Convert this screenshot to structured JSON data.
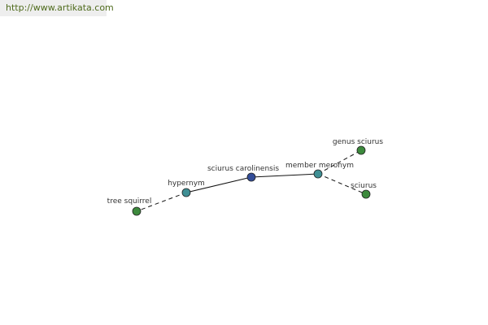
{
  "watermark": "http://www.artikata.com",
  "colors": {
    "center": "#334d99",
    "relation": "#3f8f94",
    "term": "#3d8a3d",
    "stroke": "#222222",
    "edge": "#111111"
  },
  "nodes": [
    {
      "id": "sciurus_carolinensis",
      "label": "sciurus carolinensis",
      "kind": "center"
    },
    {
      "id": "hypernym",
      "label": "hypernym",
      "kind": "relation"
    },
    {
      "id": "member_meronym",
      "label": "member meronym",
      "kind": "relation"
    },
    {
      "id": "tree_squirrel",
      "label": "tree squirrel",
      "kind": "term"
    },
    {
      "id": "genus_sciurus",
      "label": "genus sciurus",
      "kind": "term"
    },
    {
      "id": "sciurus",
      "label": "sciurus",
      "kind": "term"
    }
  ],
  "edges": [
    {
      "from": "sciurus_carolinensis",
      "to": "hypernym",
      "style": "solid"
    },
    {
      "from": "sciurus_carolinensis",
      "to": "member_meronym",
      "style": "solid"
    },
    {
      "from": "hypernym",
      "to": "tree_squirrel",
      "style": "dashed"
    },
    {
      "from": "member_meronym",
      "to": "genus_sciurus",
      "style": "dashed"
    },
    {
      "from": "member_meronym",
      "to": "sciurus",
      "style": "dashed"
    }
  ]
}
